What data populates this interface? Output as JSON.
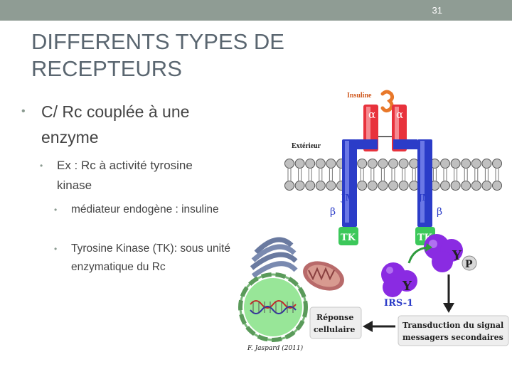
{
  "slide": {
    "number": "31"
  },
  "title": [
    "DIFFERENTS TYPES DE",
    "RECEPTEURS"
  ],
  "bullets": {
    "level1": "C/ Rc couplée à une enzyme",
    "level2": "Ex : Rc à activité tyrosine kinase",
    "level3a": "médiateur endogène : insuline",
    "level3b": "Tyrosine Kinase (TK): sous unité enzymatique du Rc"
  },
  "figure": {
    "insuline": "Insuline",
    "exterieur": "Extérieur",
    "alpha": "α",
    "beta": "β",
    "jm": "JM",
    "tk": "TK",
    "y": "Y",
    "p": "P",
    "irs": "IRS-1",
    "reponse_line1": "Réponse",
    "reponse_line2": "cellulaire",
    "transduction_line1": "Transduction du signal",
    "transduction_line2": "messagers secondaires",
    "credit": "F. Jaspard (2011)"
  },
  "colors": {
    "topbar": "#8f9c94",
    "alpha": "#e8323c",
    "beta": "#2b3cc8",
    "tk": "#3cc85a",
    "protein": "#8a2be2"
  }
}
